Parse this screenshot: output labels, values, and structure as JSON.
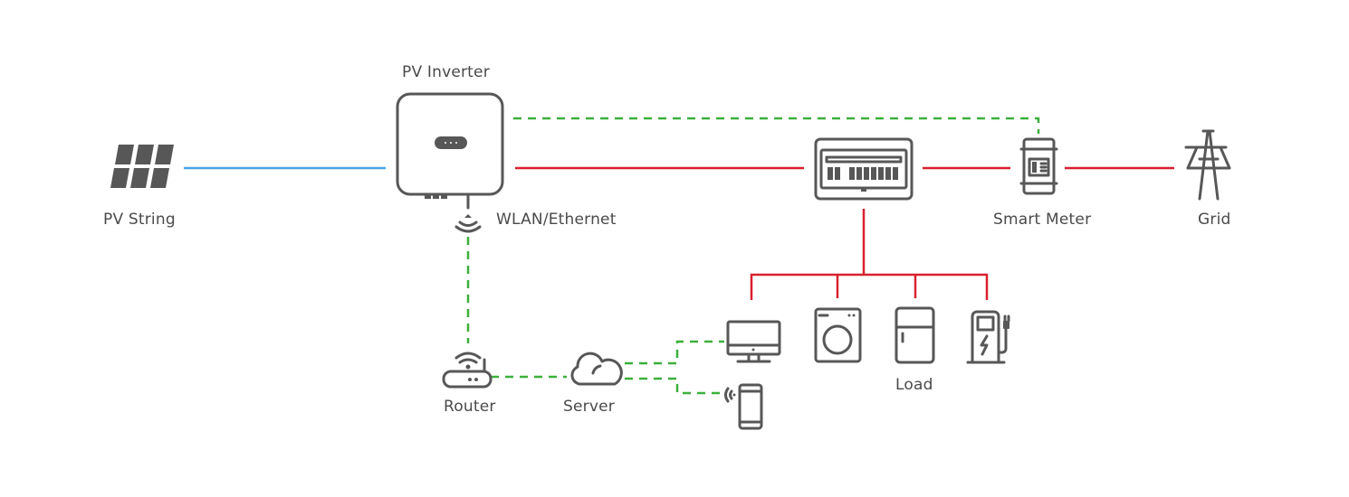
{
  "title": "PV System Connection Diagram",
  "colors": {
    "dc_line": "#4aa3e6",
    "ac_line": "#d9202e",
    "comm_line": "#3bb03b",
    "icon": "#575757",
    "text": "#4a4a4a"
  },
  "labels": {
    "pv_string": "PV String",
    "pv_inverter": "PV Inverter",
    "wlan_ethernet": "WLAN/Ethernet",
    "smart_meter": "Smart Meter",
    "grid": "Grid",
    "router": "Router",
    "server": "Server",
    "load": "Load"
  },
  "nodes": [
    {
      "id": "pv-string",
      "icon": "solar-panel-icon"
    },
    {
      "id": "pv-inverter",
      "icon": "inverter-icon"
    },
    {
      "id": "distribution-box",
      "icon": "breaker-panel-icon"
    },
    {
      "id": "smart-meter",
      "icon": "smart-meter-icon"
    },
    {
      "id": "grid",
      "icon": "power-tower-icon"
    },
    {
      "id": "router",
      "icon": "router-icon"
    },
    {
      "id": "server",
      "icon": "cloud-icon"
    },
    {
      "id": "monitor",
      "icon": "monitor-icon"
    },
    {
      "id": "phone",
      "icon": "smartphone-icon"
    },
    {
      "id": "washing-machine",
      "icon": "washing-machine-icon"
    },
    {
      "id": "fridge",
      "icon": "fridge-icon"
    },
    {
      "id": "ev-charger",
      "icon": "ev-charger-icon"
    }
  ],
  "links": [
    {
      "from": "pv-string",
      "to": "pv-inverter",
      "type": "dc"
    },
    {
      "from": "pv-inverter",
      "to": "distribution-box",
      "type": "ac"
    },
    {
      "from": "distribution-box",
      "to": "smart-meter",
      "type": "ac"
    },
    {
      "from": "smart-meter",
      "to": "grid",
      "type": "ac"
    },
    {
      "from": "distribution-box",
      "to": "load",
      "type": "ac"
    },
    {
      "from": "pv-inverter",
      "to": "smart-meter",
      "type": "comm"
    },
    {
      "from": "pv-inverter",
      "to": "router",
      "type": "comm"
    },
    {
      "from": "router",
      "to": "server",
      "type": "comm"
    },
    {
      "from": "server",
      "to": "monitor",
      "type": "comm"
    },
    {
      "from": "server",
      "to": "phone",
      "type": "comm"
    }
  ]
}
